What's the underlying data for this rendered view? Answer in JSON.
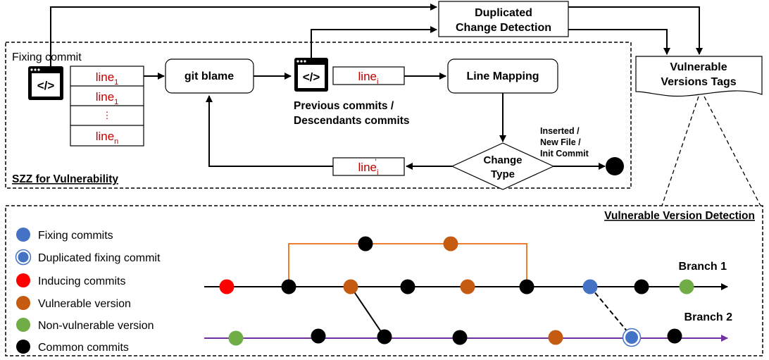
{
  "top_section": {
    "fixing_commit_label": "Fixing commit",
    "lines_left": [
      {
        "base": "line",
        "sub": "1"
      },
      {
        "base": "line",
        "sub": "1"
      },
      {
        "base": "⋮",
        "sub": ""
      },
      {
        "base": "line",
        "sub": "n"
      }
    ],
    "git_blame_label": "git blame",
    "line_i": {
      "base": "line",
      "sub": "i"
    },
    "line_mapping_label": "Line Mapping",
    "previous_commits_label_1": "Previous commits /",
    "previous_commits_label_2": "Descendants commits",
    "change_type_label_1": "Change",
    "change_type_label_2": "Type",
    "line_i_prime": {
      "base": "line",
      "sub": "i",
      "sup": "'"
    },
    "terminal_label_1": "Inserted /",
    "terminal_label_2": "New File /",
    "terminal_label_3": "Init Commit",
    "szz_label": "SZZ for Vulnerability",
    "dup_detection_label_1": "Duplicated",
    "dup_detection_label_2": "Change Detection",
    "vuln_tags_label_1": "Vulnerable",
    "vuln_tags_label_2": "Versions Tags",
    "code_icon_glyph": "</>"
  },
  "bottom_section": {
    "title": "Vulnerable Version Detection",
    "branch1_label": "Branch 1",
    "branch2_label": "Branch 2",
    "legend": [
      {
        "label": "Fixing commits",
        "color": "#4472c4",
        "ring": false
      },
      {
        "label": "Duplicated fixing commit",
        "color": "#4472c4",
        "ring": true
      },
      {
        "label": "Inducing commits",
        "color": "#ff0000",
        "ring": false
      },
      {
        "label": "Vulnerable version",
        "color": "#c55a11",
        "ring": false
      },
      {
        "label": "Non-vulnerable version",
        "color": "#70ad47",
        "ring": false
      },
      {
        "label": "Common commits",
        "color": "#000000",
        "ring": false
      }
    ]
  },
  "colors": {
    "fixing": "#4472c4",
    "inducing": "#ff0000",
    "vulnerable": "#c55a11",
    "non_vulnerable": "#70ad47",
    "common": "#000000",
    "branch2_line": "#7030a0",
    "fork_line": "#ed7d31",
    "line_text": "#c00000"
  }
}
